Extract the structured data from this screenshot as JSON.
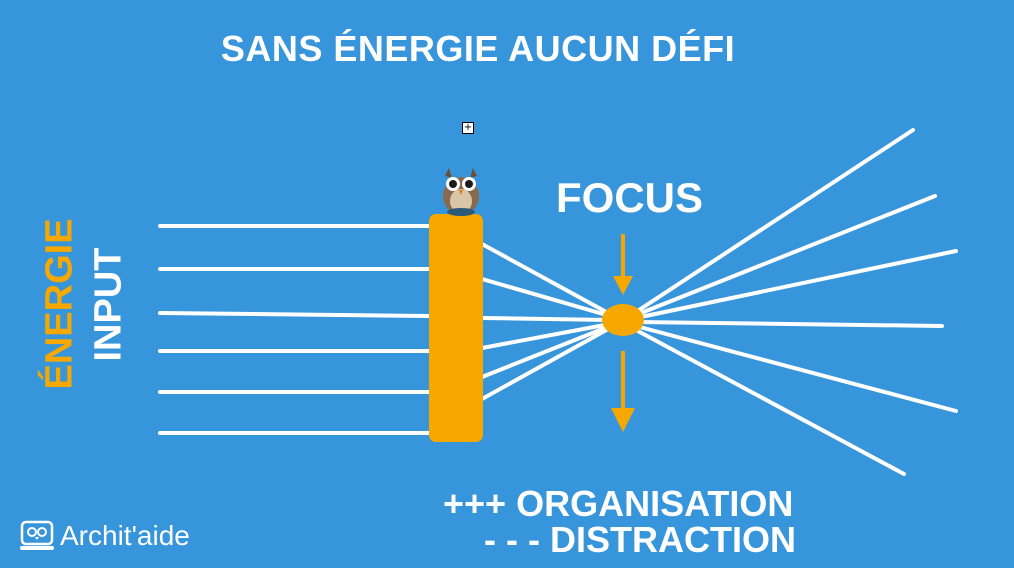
{
  "title": "SANS ÉNERGIE AUCUN DÉFI",
  "focus_label": "FOCUS",
  "vertical_labels": {
    "energie": "ÉNERGIE",
    "input": "INPUT"
  },
  "bottom": {
    "line1": "+++ ORGANISATION",
    "line2": "- - - DISTRACTION"
  },
  "logo": {
    "text": "Archit'aide",
    "icon": "owl-laptop-icon"
  },
  "owl": {
    "icon": "owl-icon"
  },
  "colors": {
    "background": "#3795DC",
    "accent": "#F7A800",
    "lines": "#FFFFFF"
  }
}
